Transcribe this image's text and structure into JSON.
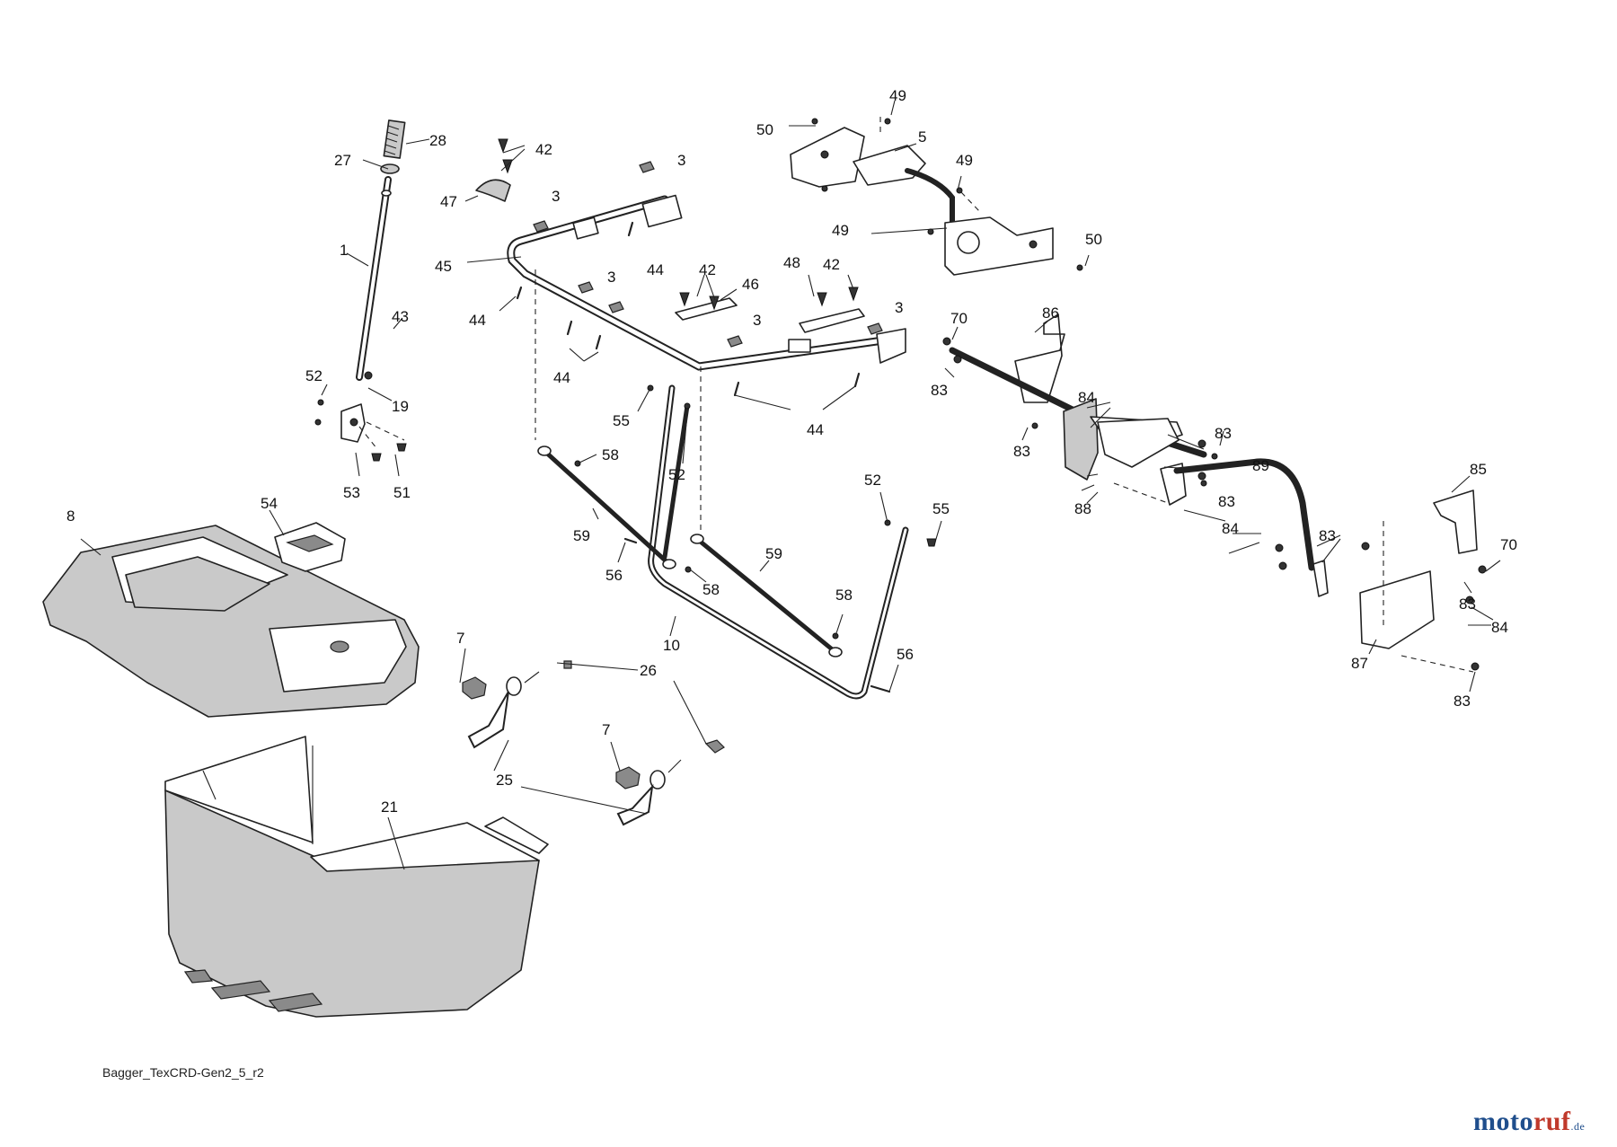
{
  "diagram": {
    "caption": "Bagger_TexCRD-Gen2_5_r2",
    "watermark": {
      "part1": "moto",
      "part2": "ruf",
      "part3": ".de"
    },
    "callouts": [
      {
        "id": "c1",
        "text": "28"
      },
      {
        "id": "c2",
        "text": "27"
      },
      {
        "id": "c3",
        "text": "1"
      },
      {
        "id": "c4",
        "text": "43"
      },
      {
        "id": "c5",
        "text": "52"
      },
      {
        "id": "c6",
        "text": "19"
      },
      {
        "id": "c7",
        "text": "53"
      },
      {
        "id": "c8",
        "text": "51"
      },
      {
        "id": "c9",
        "text": "42"
      },
      {
        "id": "c10",
        "text": "47"
      },
      {
        "id": "c11",
        "text": "3"
      },
      {
        "id": "c12",
        "text": "3"
      },
      {
        "id": "c13",
        "text": "45"
      },
      {
        "id": "c14",
        "text": "44"
      },
      {
        "id": "c15",
        "text": "44"
      },
      {
        "id": "c16",
        "text": "3"
      },
      {
        "id": "c17",
        "text": "42"
      },
      {
        "id": "c18",
        "text": "46"
      },
      {
        "id": "c19",
        "text": "48"
      },
      {
        "id": "c20",
        "text": "42"
      },
      {
        "id": "c21",
        "text": "3"
      },
      {
        "id": "c22",
        "text": "3"
      },
      {
        "id": "c23",
        "text": "44"
      },
      {
        "id": "c24",
        "text": "44"
      },
      {
        "id": "c25",
        "text": "49"
      },
      {
        "id": "c26",
        "text": "50"
      },
      {
        "id": "c27",
        "text": "5"
      },
      {
        "id": "c28",
        "text": "49"
      },
      {
        "id": "c29",
        "text": "49"
      },
      {
        "id": "c30",
        "text": "50"
      },
      {
        "id": "c31",
        "text": "55"
      },
      {
        "id": "c32",
        "text": "58"
      },
      {
        "id": "c33",
        "text": "52"
      },
      {
        "id": "c34",
        "text": "59"
      },
      {
        "id": "c35",
        "text": "56"
      },
      {
        "id": "c36",
        "text": "58"
      },
      {
        "id": "c37",
        "text": "59"
      },
      {
        "id": "c38",
        "text": "10"
      },
      {
        "id": "c39",
        "text": "52"
      },
      {
        "id": "c40",
        "text": "55"
      },
      {
        "id": "c41",
        "text": "58"
      },
      {
        "id": "c42",
        "text": "56"
      },
      {
        "id": "c43",
        "text": "8"
      },
      {
        "id": "c44",
        "text": "54"
      },
      {
        "id": "c45",
        "text": "7"
      },
      {
        "id": "c46",
        "text": "26"
      },
      {
        "id": "c47",
        "text": "7"
      },
      {
        "id": "c48",
        "text": "25"
      },
      {
        "id": "c49",
        "text": "21"
      },
      {
        "id": "c50",
        "text": "70"
      },
      {
        "id": "c51",
        "text": "86"
      },
      {
        "id": "c52",
        "text": "83"
      },
      {
        "id": "c53",
        "text": "84"
      },
      {
        "id": "c54",
        "text": "83"
      },
      {
        "id": "c55",
        "text": "83"
      },
      {
        "id": "c56",
        "text": "89"
      },
      {
        "id": "c57",
        "text": "88"
      },
      {
        "id": "c58",
        "text": "83"
      },
      {
        "id": "c59",
        "text": "84"
      },
      {
        "id": "c60",
        "text": "85"
      },
      {
        "id": "c61",
        "text": "83"
      },
      {
        "id": "c62",
        "text": "70"
      },
      {
        "id": "c63",
        "text": "83"
      },
      {
        "id": "c64",
        "text": "84"
      },
      {
        "id": "c65",
        "text": "87"
      },
      {
        "id": "c66",
        "text": "83"
      }
    ]
  }
}
